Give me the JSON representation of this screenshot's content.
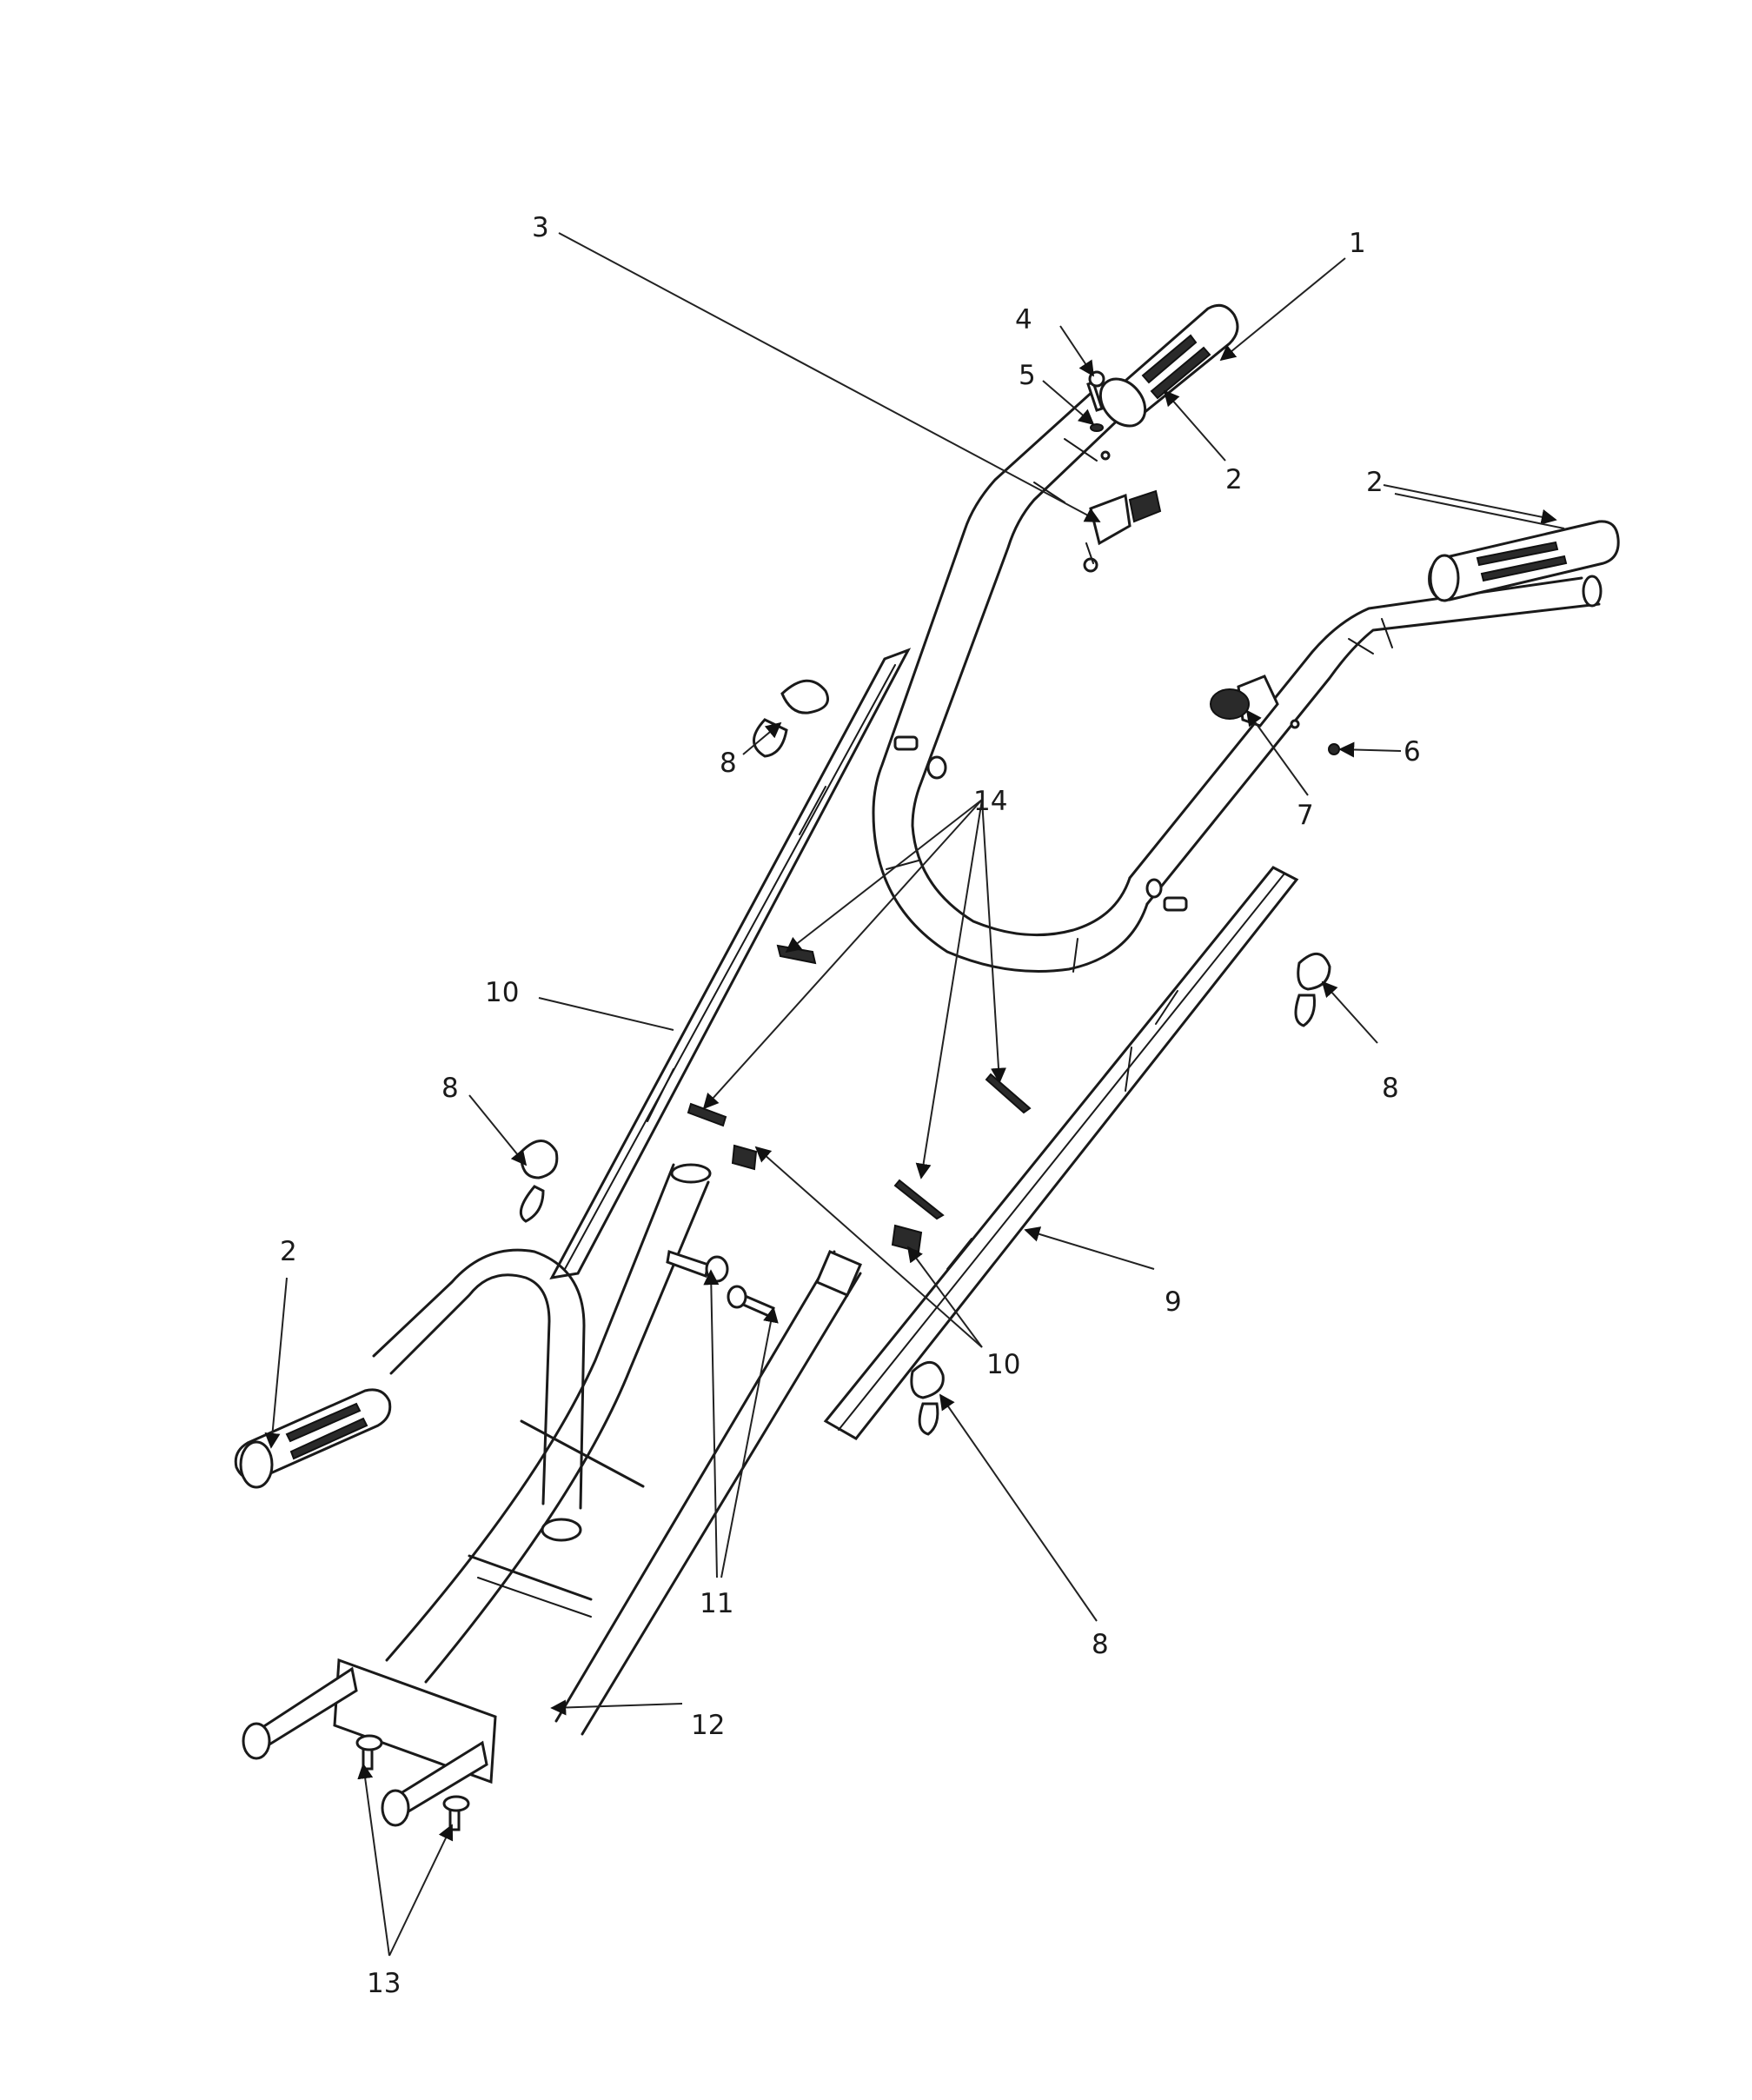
{
  "callouts": {
    "c1": "1",
    "c2a": "2",
    "c2b": "2",
    "c2c": "2",
    "c3": "3",
    "c4": "4",
    "c5": "5",
    "c6": "6",
    "c7": "7",
    "c8a": "8",
    "c8b": "8",
    "c8c": "8",
    "c8d": "8",
    "c9": "9",
    "c10a": "10",
    "c10b": "10",
    "c11": "11",
    "c12": "12",
    "c13": "13",
    "c14": "14"
  }
}
